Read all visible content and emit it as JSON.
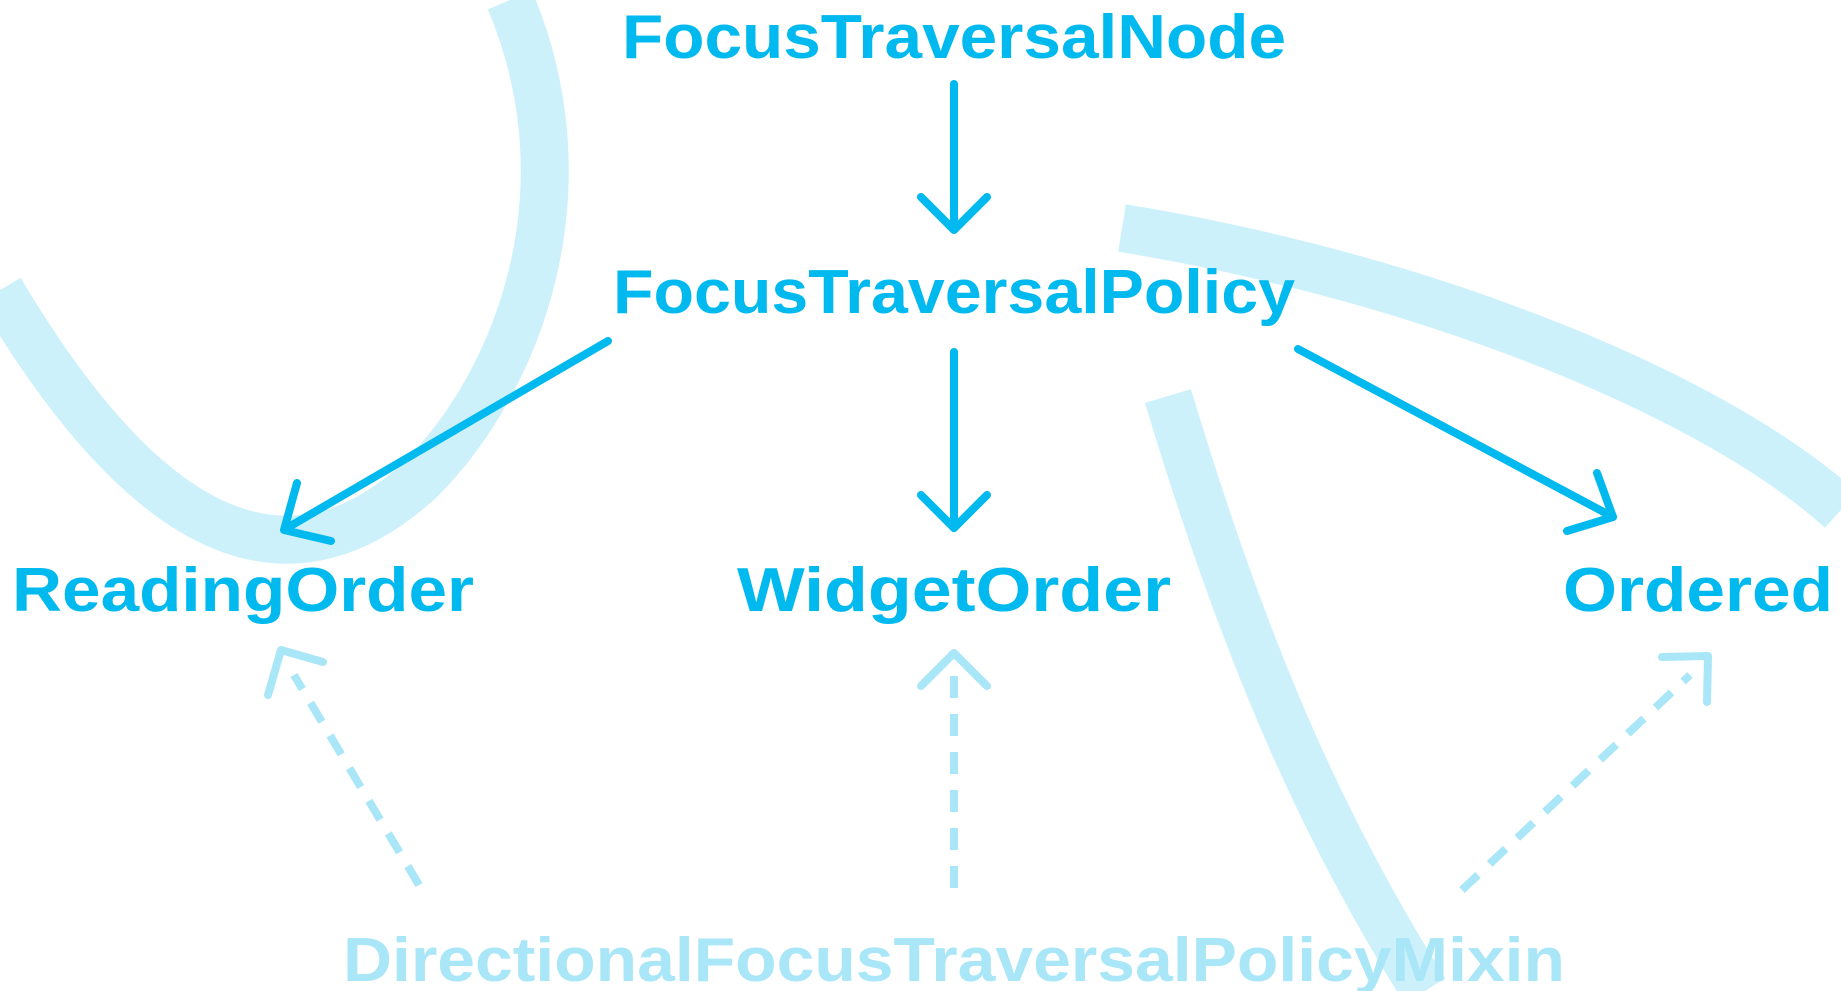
{
  "colors": {
    "primary": "#00b9ee",
    "faded": "#a9e6f8",
    "swoosh": "#cdf1fb",
    "background": "#ffffff"
  },
  "nodes": {
    "focus_traversal_node": "FocusTraversalNode",
    "focus_traversal_policy": "FocusTraversalPolicy",
    "reading_order": "ReadingOrder",
    "widget_order": "WidgetOrder",
    "ordered": "Ordered",
    "directional_mixin": "DirectionalFocusTraversalPolicyMixin"
  },
  "edges": [
    {
      "from": "FocusTraversalNode",
      "to": "FocusTraversalPolicy",
      "style": "solid"
    },
    {
      "from": "FocusTraversalPolicy",
      "to": "ReadingOrder",
      "style": "solid"
    },
    {
      "from": "FocusTraversalPolicy",
      "to": "WidgetOrder",
      "style": "solid"
    },
    {
      "from": "FocusTraversalPolicy",
      "to": "Ordered",
      "style": "solid"
    },
    {
      "from": "DirectionalFocusTraversalPolicyMixin",
      "to": "ReadingOrder",
      "style": "dashed"
    },
    {
      "from": "DirectionalFocusTraversalPolicyMixin",
      "to": "WidgetOrder",
      "style": "dashed"
    },
    {
      "from": "DirectionalFocusTraversalPolicyMixin",
      "to": "Ordered",
      "style": "dashed"
    }
  ]
}
